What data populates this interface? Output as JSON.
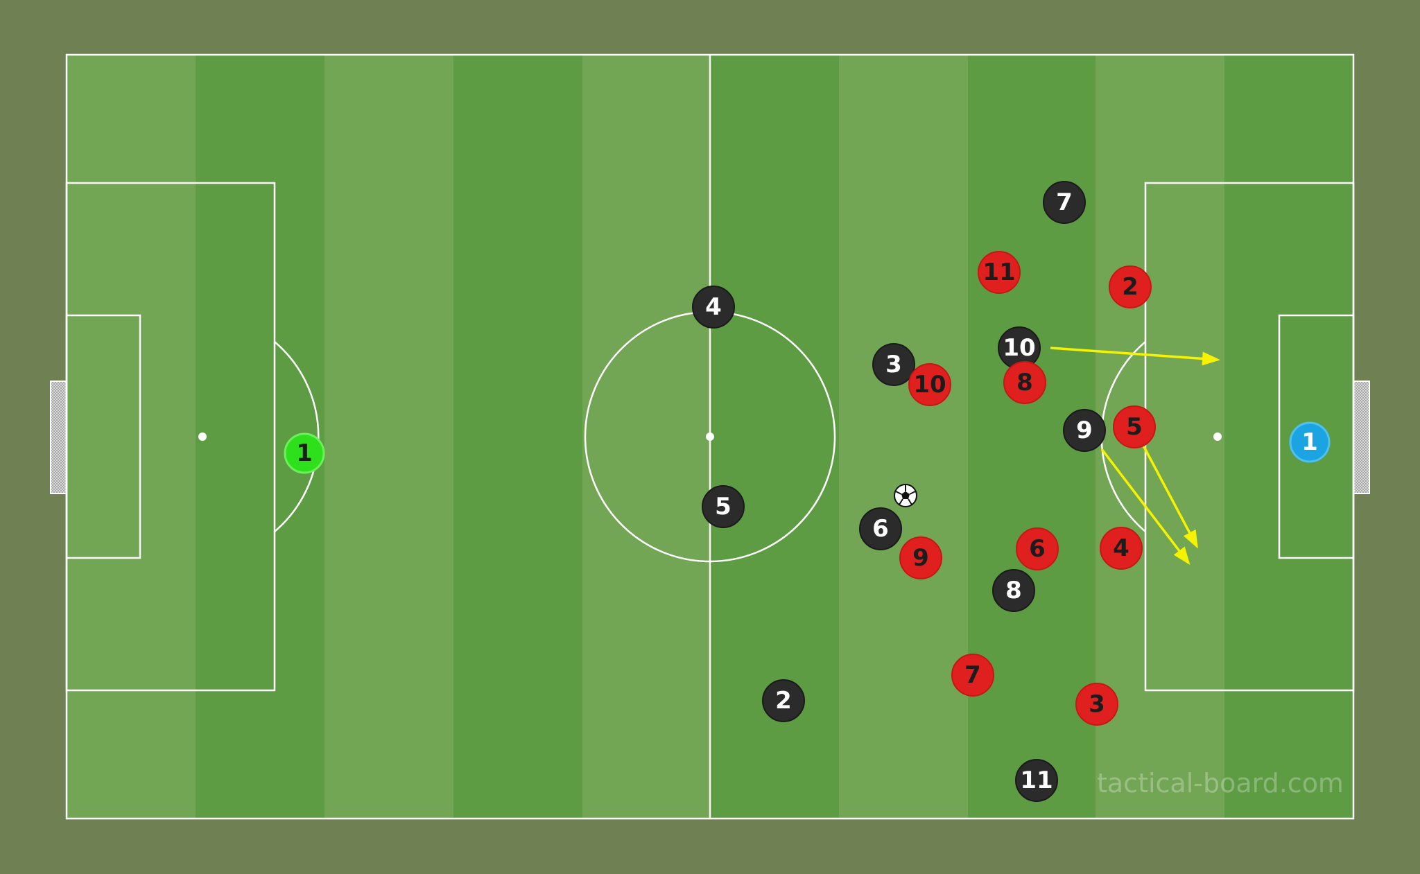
{
  "board": {
    "watermark": "tactical-board.com",
    "colors": {
      "background": "#6f8052",
      "stripe_light": "#73a654",
      "stripe_dark": "#5e9c44",
      "lines": "#ffffff",
      "arrow": "#f7f200",
      "team_black": "#2b2b2b",
      "team_red": "#e0201f",
      "keeper_green": "#2ee01c",
      "keeper_blue": "#1ca3e2"
    }
  },
  "players": {
    "black": [
      {
        "number": "4"
      },
      {
        "number": "5"
      },
      {
        "number": "2"
      },
      {
        "number": "3"
      },
      {
        "number": "6"
      },
      {
        "number": "7"
      },
      {
        "number": "10"
      },
      {
        "number": "9"
      },
      {
        "number": "8"
      },
      {
        "number": "11"
      }
    ],
    "red": [
      {
        "number": "11"
      },
      {
        "number": "2"
      },
      {
        "number": "10"
      },
      {
        "number": "8"
      },
      {
        "number": "5"
      },
      {
        "number": "9"
      },
      {
        "number": "6"
      },
      {
        "number": "4"
      },
      {
        "number": "7"
      },
      {
        "number": "3"
      }
    ],
    "keepers": [
      {
        "number": "1",
        "color": "green"
      },
      {
        "number": "1",
        "color": "blue"
      }
    ]
  },
  "ball": {
    "icon": "football-icon"
  },
  "arrows": [
    {
      "from_player": "black 10"
    },
    {
      "from_player": "black 9"
    },
    {
      "from_player": "red 5"
    }
  ]
}
